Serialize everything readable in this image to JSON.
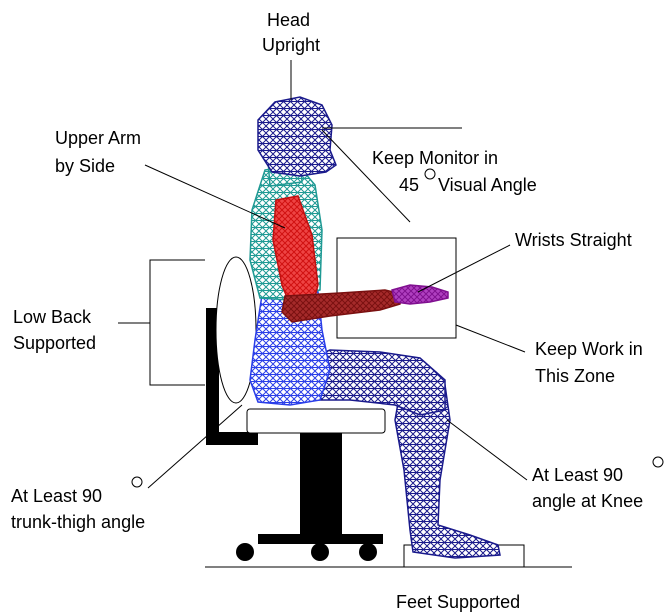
{
  "labels": {
    "head_line1": "Head",
    "head_line2": "Upright",
    "upper_arm_line1": "Upper Arm",
    "upper_arm_line2": "by Side",
    "monitor_line1": "Keep Monitor in",
    "monitor_line2_num": "45",
    "monitor_line2_text": "Visual Angle",
    "wrists": "Wrists Straight",
    "low_back_line1": "Low Back",
    "low_back_line2": "Supported",
    "work_zone_line1": "Keep Work in",
    "work_zone_line2": "This Zone",
    "trunk_line1": "At Least 90",
    "trunk_line2": "trunk-thigh angle",
    "knee_line1": "At Least 90",
    "knee_line2": "angle at Knee",
    "feet": "Feet Supported"
  },
  "colors": {
    "head_legs_mesh": "#1a1a8c",
    "torso_mesh": "#1f9a94",
    "upper_arm_mesh": "#e81a1a",
    "forearm_mesh": "#8b1a1a",
    "hand_mesh": "#8a1aa0",
    "pelvis_mesh": "#1a3ee8",
    "chair": "#000000"
  }
}
